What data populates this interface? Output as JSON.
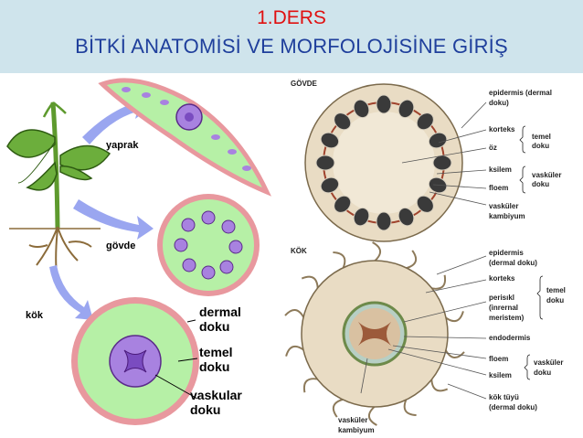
{
  "header": {
    "line1": "1.DERS",
    "line2": "BİTKİ ANATOMİSİ VE MORFOLOJİSİNE GİRİŞ"
  },
  "left_panel": {
    "yaprak": "yaprak",
    "govde": "gövde",
    "kok": "kök",
    "dermal_1": "dermal",
    "dermal_2": "doku",
    "temel_1": "temel",
    "temel_2": "doku",
    "vaskular_1": "vaskular",
    "vaskular_2": "doku"
  },
  "stem_panel": {
    "heading": "GÖVDE",
    "epidermis_1": "epidermis (dermal",
    "epidermis_2": "doku)",
    "korteks": "korteks",
    "oz": "öz",
    "temel_1": "temel",
    "temel_2": "doku",
    "ksilem": "ksilem",
    "floem": "floem",
    "vaskuler_1": "vasküler",
    "vaskuler_2": "doku",
    "kambiyum_1": "vasküler",
    "kambiyum_2": "kambiyum"
  },
  "root_panel": {
    "heading": "KÖK",
    "epidermis_1": "epidermis",
    "epidermis_2": "(dermal doku)",
    "korteks": "korteks",
    "perisikl_1": "perisıkl",
    "perisikl_2": "(inrernal",
    "perisikl_3": "meristem)",
    "temel_1": "temel",
    "temel_2": "doku",
    "endodermis": "endodermis",
    "floem": "floem",
    "ksilem": "ksilem",
    "vaskuler_1": "vasküler",
    "vaskuler_2": "doku",
    "kokt_1": "kök tüyü",
    "kokt_2": "(dermal doku)",
    "kambiyum_1": "vasküler",
    "kambiyum_2": "kambiyum"
  },
  "colors": {
    "header_bg": "#cfe4ec",
    "title_red": "#e01010",
    "title_blue": "#1f3f9c",
    "epidermis_pink": "#e8989e",
    "ground_green": "#b6f0a6",
    "vascular_purple": "#a882e0",
    "arrow_blue": "#9aa6f0",
    "leaf_green": "#6cae3c"
  }
}
